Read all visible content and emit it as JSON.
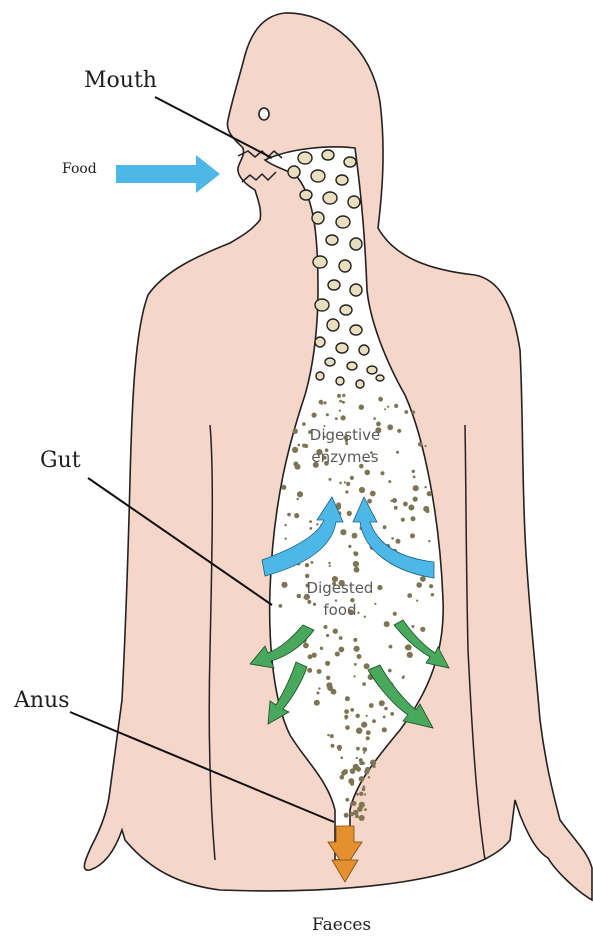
{
  "labels": {
    "mouth": "Mouth",
    "food": "Food",
    "gut": "Gut",
    "anus": "Anus",
    "faeces": "Faeces",
    "digestive_line1": "Digestive",
    "digestive_line2": "enzymes",
    "digested_line1": "Digested",
    "digested_line2": "food"
  },
  "colors": {
    "skin": "#f6d6c9",
    "outline": "#222222",
    "gut_fill": "#ffffff",
    "food_particle": "#e9dfbe",
    "speck": "#7d7553",
    "enzyme_arrow": "#4db8e8",
    "absorption_arrow": "#48a85c",
    "faeces_arrow": "#e5902e"
  }
}
